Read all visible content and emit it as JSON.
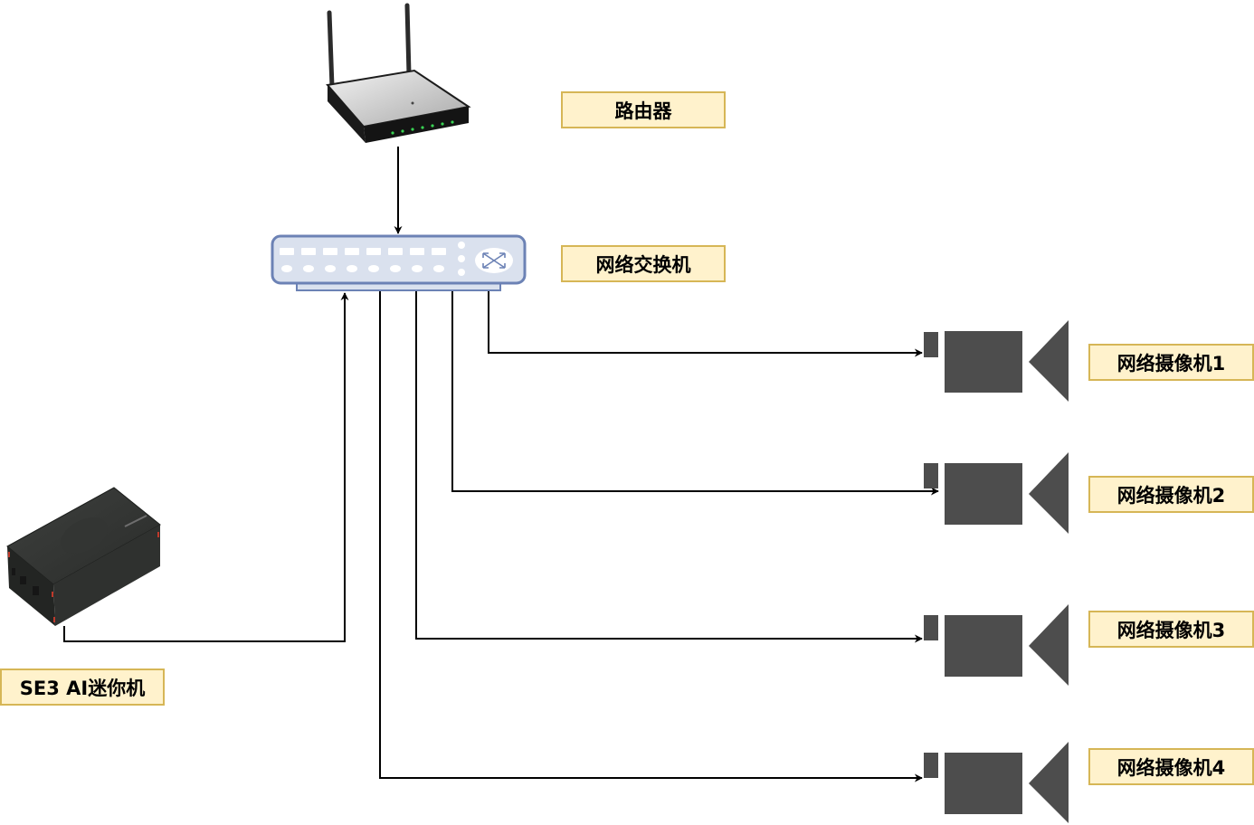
{
  "nodes": {
    "router": {
      "label": "路由器"
    },
    "switch": {
      "label": "网络交换机"
    },
    "camera1": {
      "label": "网络摄像机1"
    },
    "camera2": {
      "label": "网络摄像机2"
    },
    "camera3": {
      "label": "网络摄像机3"
    },
    "camera4": {
      "label": "网络摄像机4"
    },
    "mini_pc": {
      "label": "SE3 AI迷你机"
    }
  },
  "edges": [
    {
      "from": "router",
      "to": "switch"
    },
    {
      "from": "mini_pc",
      "to": "switch"
    },
    {
      "from": "switch",
      "to": "camera1"
    },
    {
      "from": "switch",
      "to": "camera2"
    },
    {
      "from": "switch",
      "to": "camera3"
    },
    {
      "from": "switch",
      "to": "camera4"
    }
  ],
  "colors": {
    "label_fill": "#fff2cc",
    "label_border": "#d6b656",
    "switch_fill": "#dae1ee",
    "switch_border": "#6c82b5",
    "camera_fill": "#4d4d4d",
    "connector": "#000000"
  }
}
